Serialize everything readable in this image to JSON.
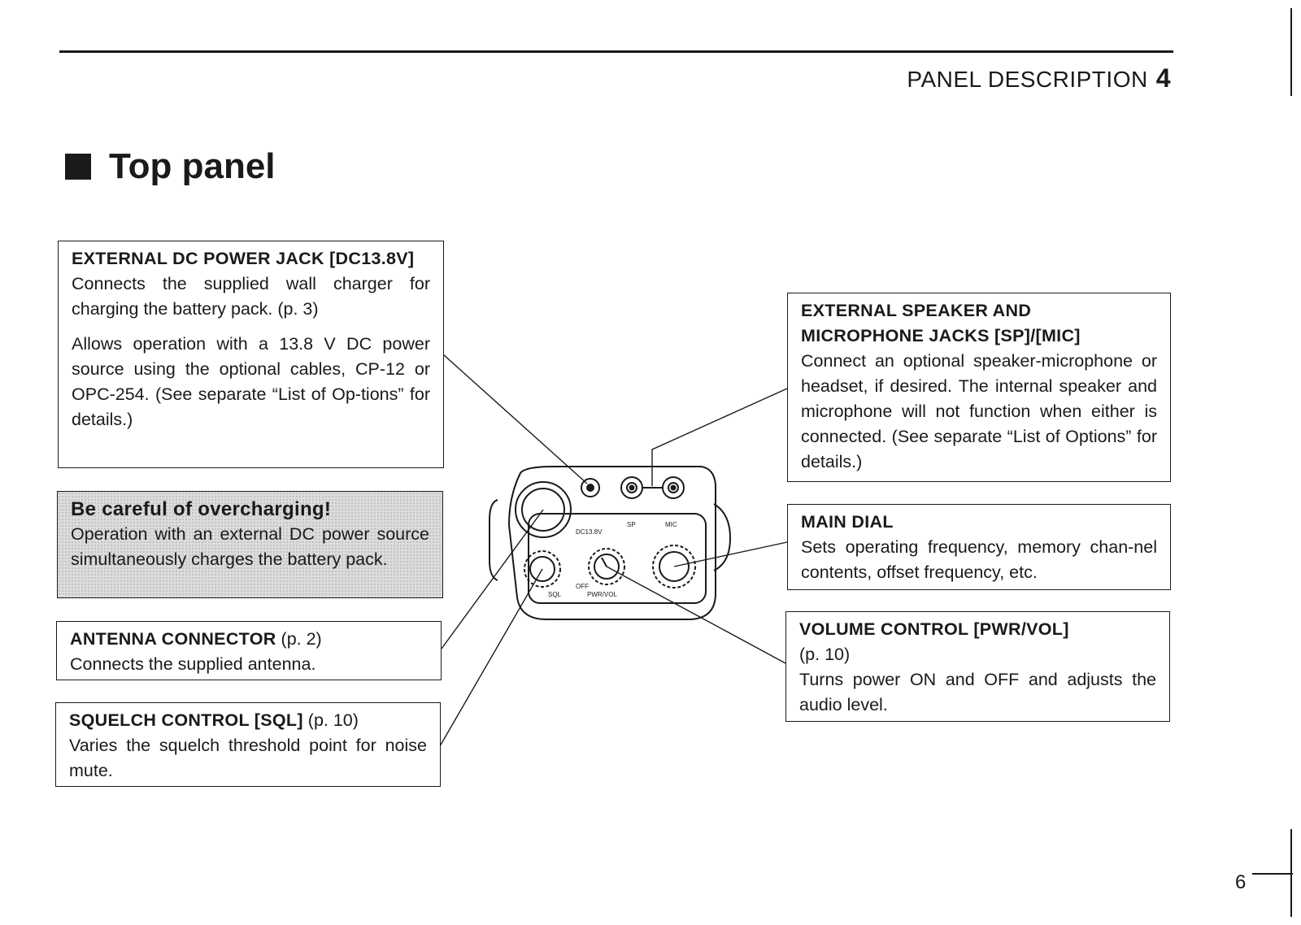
{
  "header": {
    "title": "PANEL DESCRIPTION",
    "chapter": "4"
  },
  "section_title": "Top panel",
  "page_number": "6",
  "boxes": {
    "dc_jack": {
      "heading": "EXTERNAL DC POWER JACK [DC13.8V]",
      "para1": "Connects the supplied wall charger for charging the battery pack. (p. 3)",
      "para2": "Allows operation with a 13.8 V DC power source using the optional cables, CP-12 or OPC-254.  (See separate “List of Op-tions” for details.)"
    },
    "caution": {
      "heading": "Be careful of overcharging!",
      "body": "Operation with an external DC power source simultaneously charges the battery pack."
    },
    "antenna": {
      "heading": "ANTENNA CONNECTOR",
      "ref": "(p. 2)",
      "body": "Connects the supplied antenna."
    },
    "squelch": {
      "heading": "SQUELCH CONTROL [SQL]",
      "ref": "(p. 10)",
      "body": "Varies the squelch threshold point for noise mute."
    },
    "sp_mic": {
      "heading": "EXTERNAL SPEAKER AND MICROPHONE JACKS [SP]/[MIC]",
      "body": "Connect an optional speaker-microphone or headset, if desired.  The internal speaker and microphone will not function when either is connected.  (See separate “List of Options” for details.)"
    },
    "main_dial": {
      "heading": "MAIN DIAL",
      "body": "Sets operating frequency, memory chan-nel contents, offset frequency, etc."
    },
    "volume": {
      "heading": "VOLUME CONTROL [PWR/VOL]",
      "ref": "(p. 10)",
      "body": "Turns power ON and OFF and adjusts the audio level."
    }
  },
  "diagram_labels": {
    "dc": "DC13.8V",
    "sp": "SP",
    "mic": "MIC",
    "sql": "SQL",
    "off": "OFF",
    "pwr_vol": "PWR/VOL"
  }
}
